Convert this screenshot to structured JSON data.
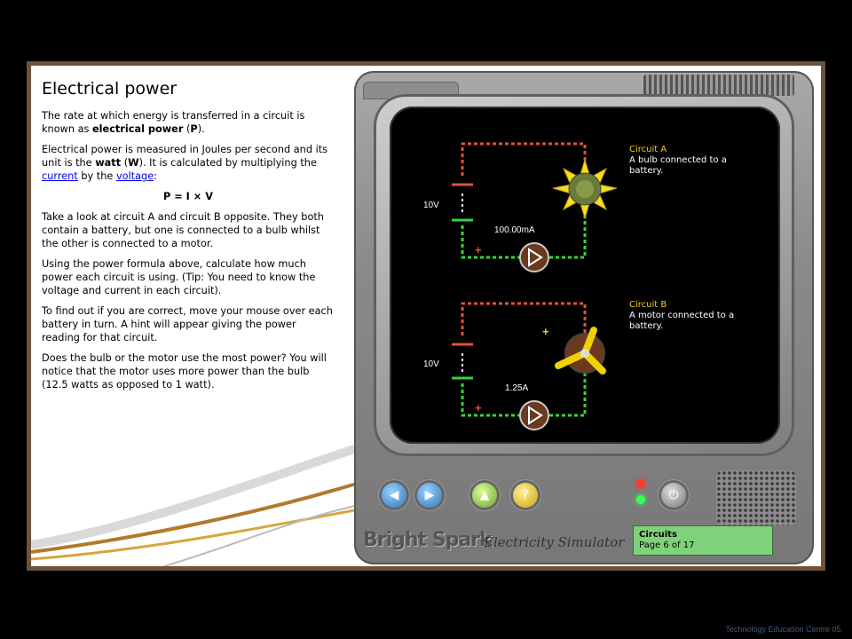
{
  "lesson": {
    "title": "Electrical power",
    "p1_a": "The rate at which energy is transferred in a circuit is known as ",
    "p1_b": "electrical power",
    "p1_c": " (",
    "p1_d": "P",
    "p1_e": ").",
    "p2_a": "Electrical power is measured in Joules per second and its unit is the ",
    "p2_b": "watt",
    "p2_c": " (",
    "p2_d": "W",
    "p2_e": "). It is calculated by multiplying the ",
    "link_current": "current",
    "p2_f": " by the ",
    "link_voltage": "voltage",
    "p2_g": ":",
    "formula": "P = I × V",
    "p3": "Take a look at circuit A and circuit B opposite. They both contain a battery, but one is connected to a bulb whilst the other is connected to a motor.",
    "p4": "Using the power formula above, calculate how much power each circuit is using. (Tip: You need to know the voltage and current in each circuit).",
    "p5": "To find out if you are correct, move your mouse over each battery in turn. A hint will appear giving the power reading for that circuit.",
    "p6": "Does the bulb or the motor use the most power? You will notice that the motor uses more power than the bulb (12.5 watts as opposed to 1 watt)."
  },
  "circuit_a": {
    "title": "Circuit A",
    "desc": "A bulb connected to a battery.",
    "voltage": "10V",
    "current": "100.00mA",
    "plus": "+"
  },
  "circuit_b": {
    "title": "Circuit B",
    "desc": "A motor connected to a battery.",
    "voltage": "10V",
    "current": "1.25A",
    "plus": "+"
  },
  "controls": {
    "back": "◀",
    "forward": "▶",
    "up": "▲",
    "help": "?",
    "power": "⏻"
  },
  "brand": {
    "name": "Bright Spark",
    "sub": "Electricity Simulator"
  },
  "status": {
    "section": "Circuits",
    "page": "Page 6 of 17"
  },
  "footer": "Technology Education Centre 05.",
  "colors": {
    "wire_positive": "#e0523a",
    "wire_negative": "#3ad23a",
    "label_yellow": "#ffcc00",
    "status_green": "#7fd27a"
  }
}
